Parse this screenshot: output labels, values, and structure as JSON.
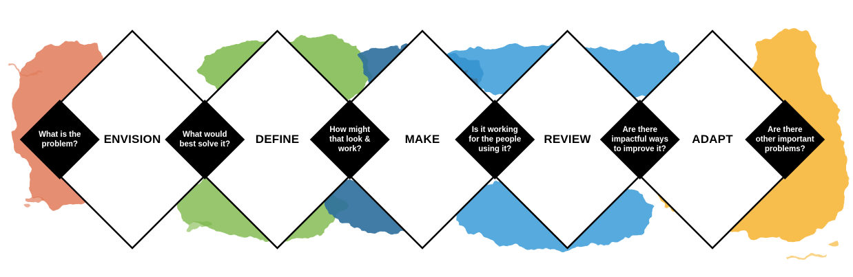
{
  "colors": {
    "orange": "#E07A57",
    "green": "#7DB84A",
    "dark_blue": "#2C6E9C",
    "blue": "#3A9BD8",
    "yellow": "#F6B73C",
    "diamond_fill": "#FFFFFF",
    "diamond_stroke": "#000000",
    "connector_fill": "#000000",
    "connector_text": "#FFFFFF"
  },
  "stages": [
    {
      "label": "ENVISION"
    },
    {
      "label": "DEFINE"
    },
    {
      "label": "MAKE"
    },
    {
      "label": "REVIEW"
    },
    {
      "label": "ADAPT"
    }
  ],
  "questions": [
    {
      "lines": [
        "What is the",
        "problem?"
      ]
    },
    {
      "lines": [
        "What would",
        "best solve it?"
      ]
    },
    {
      "lines": [
        "How might",
        "that look &",
        "work?"
      ]
    },
    {
      "lines": [
        "Is it working",
        "for the people",
        "using it?"
      ]
    },
    {
      "lines": [
        "Are there",
        "impactful ways",
        "to improve it?"
      ]
    },
    {
      "lines": [
        "Are there",
        "other important",
        "problems?"
      ]
    }
  ]
}
